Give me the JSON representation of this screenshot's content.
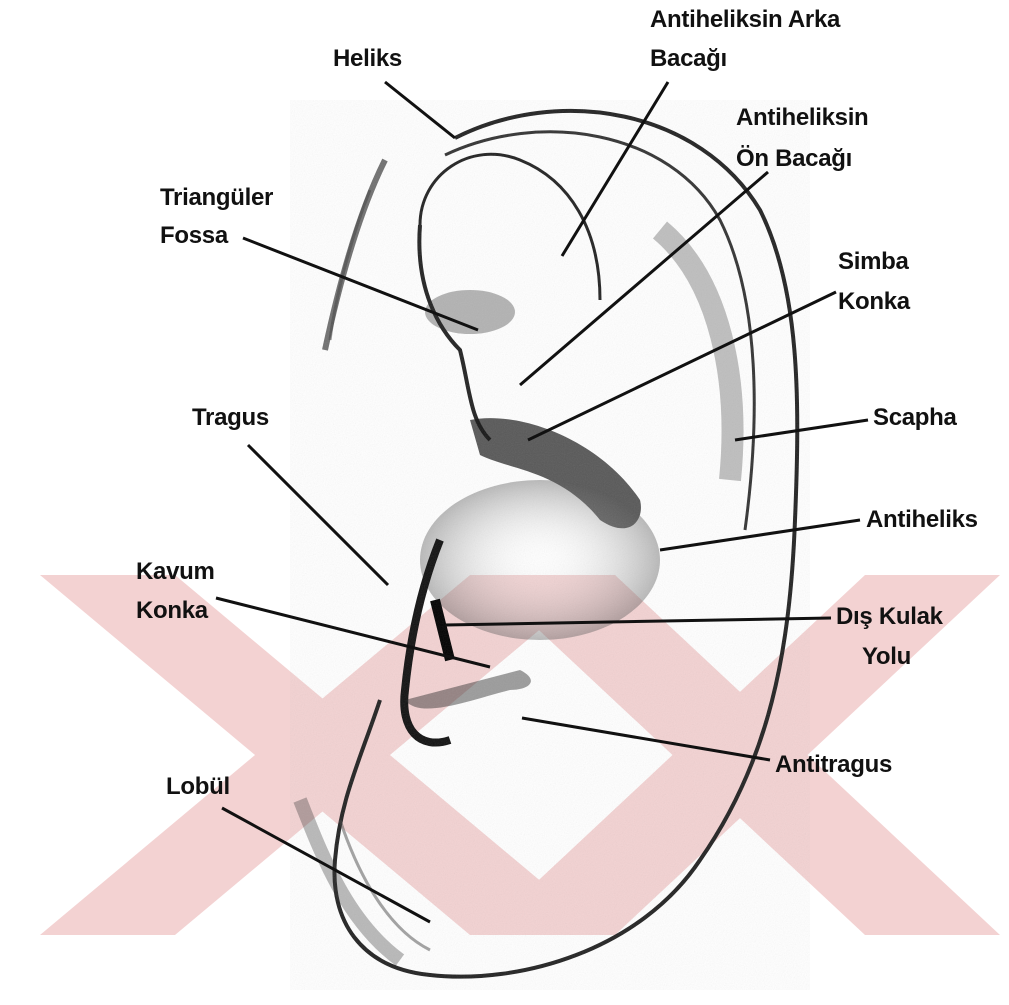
{
  "colors": {
    "ink": "#111111",
    "watermark": "#f3d2d2",
    "shade": "#555555"
  },
  "labels": {
    "heliks": "Heliks",
    "antiheliks_arka_1": "Antiheliksin Arka",
    "antiheliks_arka_2": "Bacağı",
    "antiheliks_on_1": "Antiheliksin",
    "antiheliks_on_2": "Ön Bacağı",
    "triangular_1": "Triangüler",
    "triangular_2": "Fossa",
    "simba_1": "Simba",
    "simba_2": "Konka",
    "tragus": "Tragus",
    "scapha": "Scapha",
    "antiheliks": "Antiheliks",
    "kavum_1": "Kavum",
    "kavum_2": "Konka",
    "dis_kulak_1": "Dış Kulak",
    "dis_kulak_2": "Yolu",
    "antitragus": "Antitragus",
    "lobul": "Lobül"
  }
}
